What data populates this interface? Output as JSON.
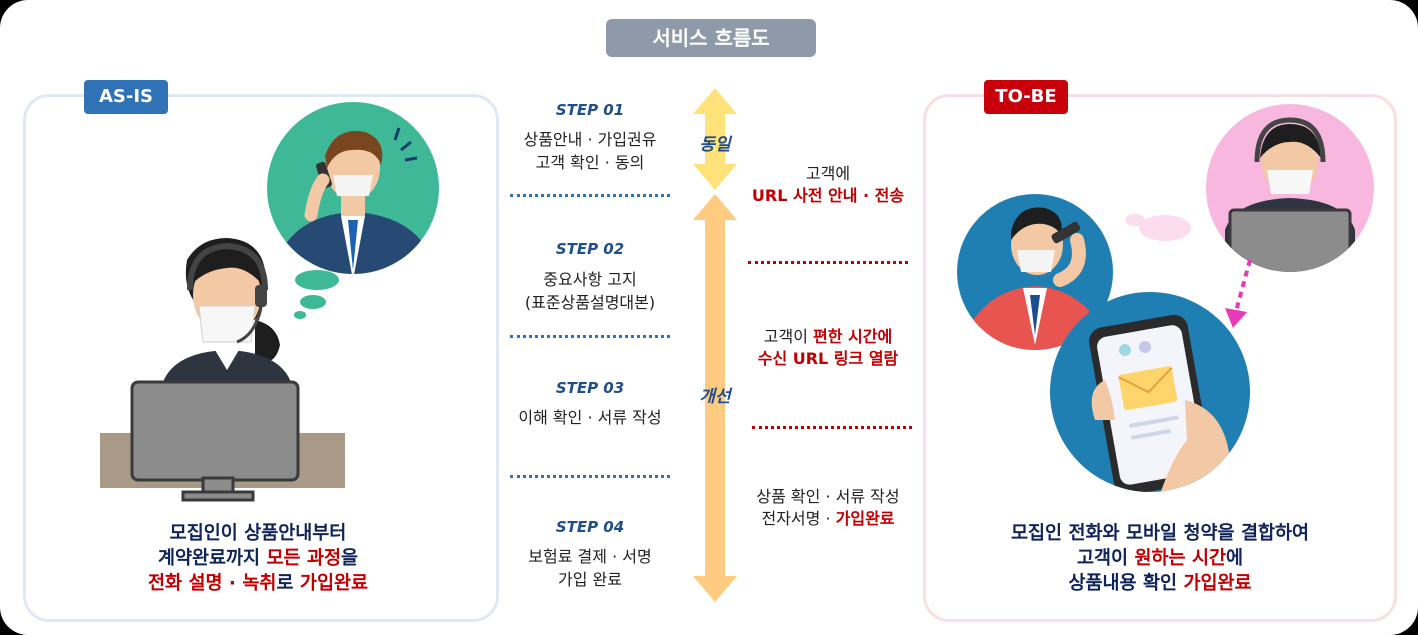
{
  "header": {
    "title": "서비스 흐름도"
  },
  "asis": {
    "tag": "AS-IS",
    "caption": {
      "line1": "모집인이 상품안내부터",
      "line2_a": "계약완료까지 ",
      "line2_hl": "모든 과정",
      "line2_b": "을",
      "line3_hl1": "전화 설명 · 녹취",
      "line3_a": "로 ",
      "line3_hl2": "가입완료"
    }
  },
  "tobe": {
    "tag": "TO-BE",
    "caption": {
      "line1": "모집인 전화와 모바일 청약을 결합하여",
      "line2_a": "고객이 ",
      "line2_hl": "원하는 시간",
      "line2_b": "에",
      "line3_a": "상품내용 확인 ",
      "line3_hl": "가입완료"
    }
  },
  "steps": [
    {
      "label": "STEP 01",
      "line1": "상품안내 · 가입권유",
      "line2": "고객 확인 ·  동의"
    },
    {
      "label": "STEP 02",
      "line1": "중요사항 고지",
      "line2": "(표준상품설명대본)"
    },
    {
      "label": "STEP 03",
      "line1": "이해 확인 · 서류 작성",
      "line2": ""
    },
    {
      "label": "STEP 04",
      "line1": "보험료 결제 · 서명",
      "line2": "가입 완료"
    }
  ],
  "arrows": {
    "same": "동일",
    "improve": "개선"
  },
  "right_notes": [
    {
      "a": "고객에",
      "b_hl": "URL 사전 안내 · 전송"
    },
    {
      "a_plain": "고객이 ",
      "a_hl": "편한 시간에",
      "b_hl": "수신 URL 링크 열람"
    },
    {
      "a": "상품 확인 · 서류 작성",
      "b_plain": "전자서명 · ",
      "b_hl": "가입완료"
    }
  ],
  "colors": {
    "asis_tag": "#2f73b6",
    "tobe_tag": "#c7000b",
    "highlight": "#c00000",
    "arrow": "#ffc97a",
    "arrow_top": "#ffe58a"
  }
}
